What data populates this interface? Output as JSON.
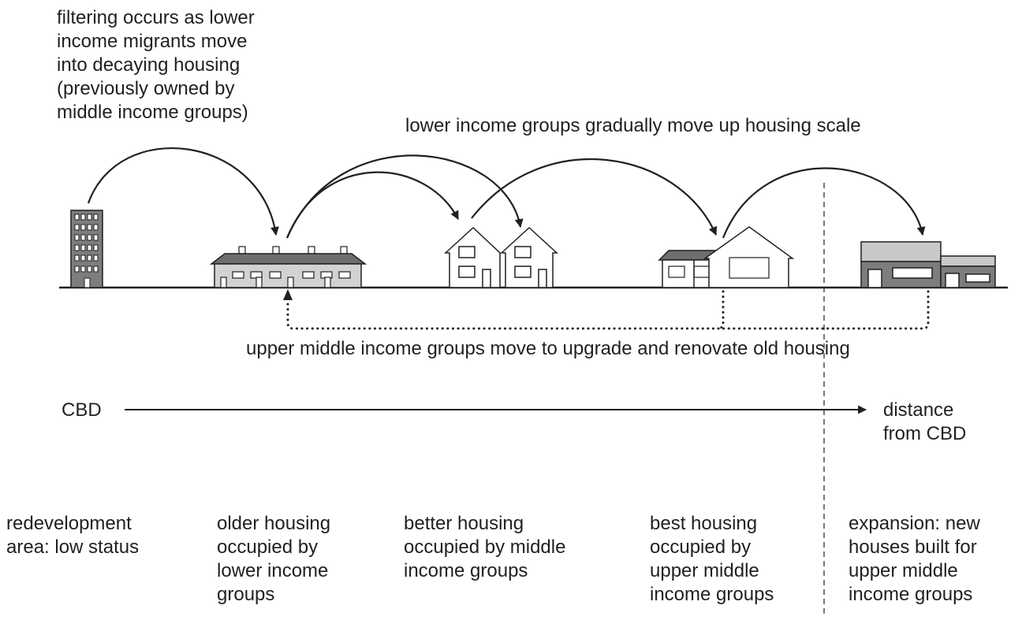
{
  "annotations": {
    "filtering": [
      "filtering occurs as lower",
      "income migrants move",
      "into decaying housing",
      "(previously owned by",
      "middle income groups)"
    ],
    "move_up": "lower income groups gradually move up housing scale",
    "upgrade": "upper middle income groups move to upgrade and renovate old housing"
  },
  "axis": {
    "start_label": "CBD",
    "end_label": [
      "distance",
      "from CBD"
    ]
  },
  "zones": [
    {
      "lines": [
        "redevelopment",
        "area: low status"
      ]
    },
    {
      "lines": [
        "older housing",
        "occupied by",
        "lower income",
        "groups"
      ]
    },
    {
      "lines": [
        "better housing",
        "occupied by middle",
        "income groups"
      ]
    },
    {
      "lines": [
        "best housing",
        "occupied by",
        "upper middle",
        "income groups"
      ]
    },
    {
      "lines": [
        "expansion: new",
        "houses built for",
        "upper middle",
        "income groups"
      ]
    }
  ],
  "colors": {
    "ink": "#231f20",
    "tower": "#7d7d7d",
    "terrace_roof": "#6e6e6e",
    "terrace_wall": "#d2d2d2",
    "modern_dark": "#7d7d7d",
    "modern_light": "#c8c8c8"
  }
}
